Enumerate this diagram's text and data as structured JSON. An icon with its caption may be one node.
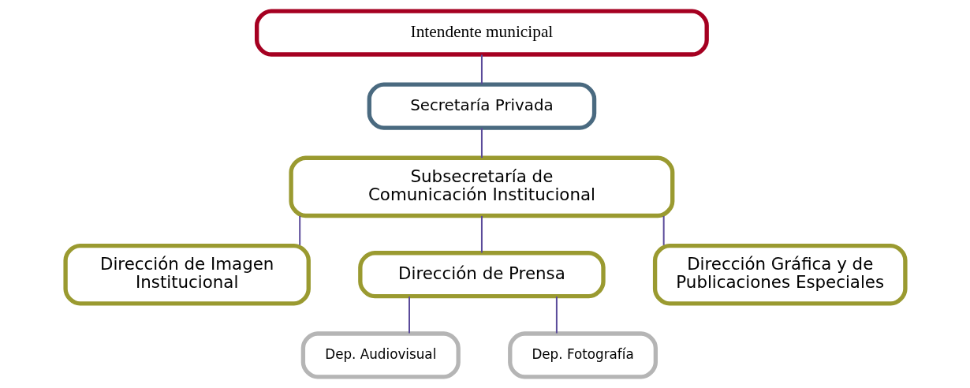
{
  "diagram": {
    "nodes": [
      {
        "text": [
          "Intendente municipal"
        ]
      },
      {
        "text": [
          "Secretaría Privada"
        ]
      },
      {
        "text": [
          "Subsecretaría de Comunicación Institucional"
        ]
      },
      {
        "text": [
          "Dirección de Imagen Institucional"
        ]
      },
      {
        "text": [
          "Dirección de Prensa"
        ]
      },
      {
        "text": [
          "Dirección Gráfica y de Publicaciones Especiales"
        ]
      },
      {
        "text": [
          "Dep. Audiovisual"
        ]
      },
      {
        "text": [
          "Dep. Fotografía"
        ]
      }
    ],
    "edges": [
      {
        "from": 0,
        "to": 1,
        "arrow": "none"
      },
      {
        "from": 1,
        "to": 2,
        "arrow": "none"
      },
      {
        "from": 2,
        "to": 3,
        "arrow": "none"
      },
      {
        "from": 2,
        "to": 4,
        "arrow": "none"
      },
      {
        "from": 2,
        "to": 5,
        "arrow": "none"
      },
      {
        "from": 4,
        "to": 6,
        "arrow": "none"
      },
      {
        "from": 4,
        "to": 7,
        "arrow": "none"
      }
    ]
  }
}
